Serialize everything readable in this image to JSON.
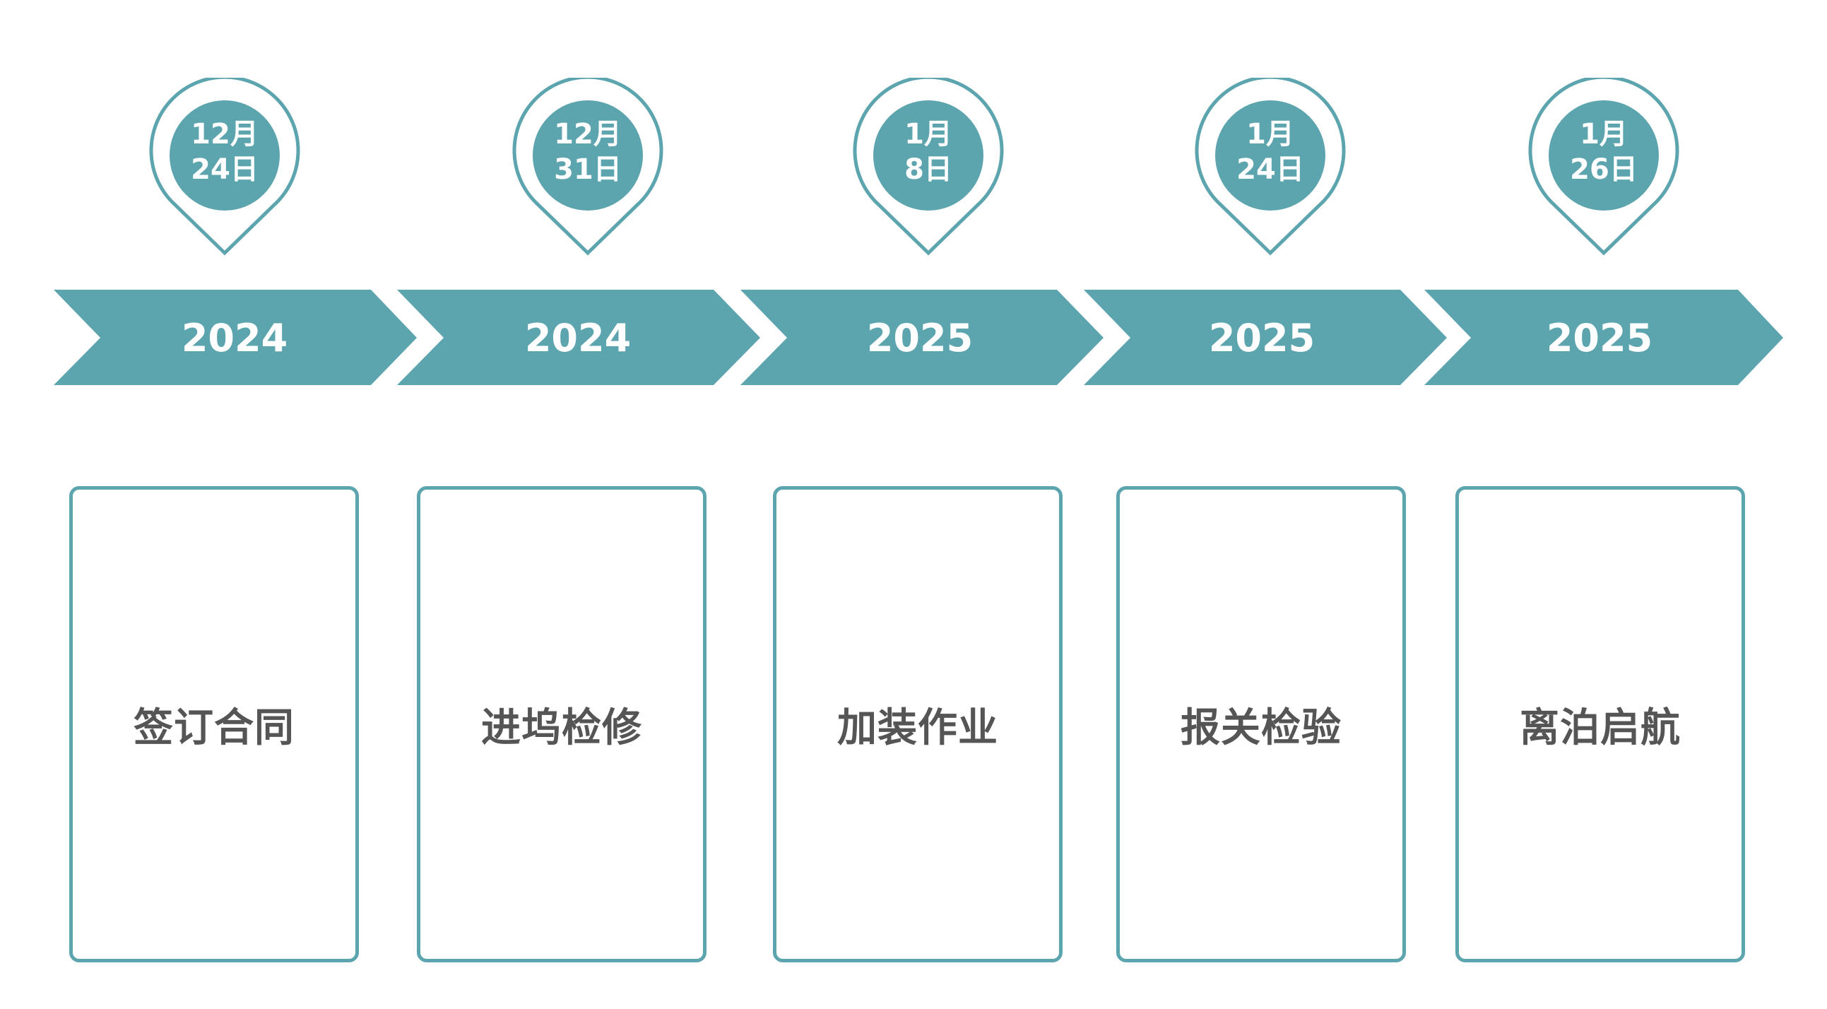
{
  "colors": {
    "accent": "#5ca4ae",
    "text_dark": "#555555",
    "background": "#ffffff"
  },
  "steps": [
    {
      "month": "12月",
      "day": "24日",
      "year": "2024",
      "label": "签订合同"
    },
    {
      "month": "12月",
      "day": "31日",
      "year": "2024",
      "label": "进坞检修"
    },
    {
      "month": "1月",
      "day": "8日",
      "year": "2025",
      "label": "加装作业"
    },
    {
      "month": "1月",
      "day": "24日",
      "year": "2025",
      "label": "报关检验"
    },
    {
      "month": "1月",
      "day": "26日",
      "year": "2025",
      "label": "离泊启航"
    }
  ]
}
